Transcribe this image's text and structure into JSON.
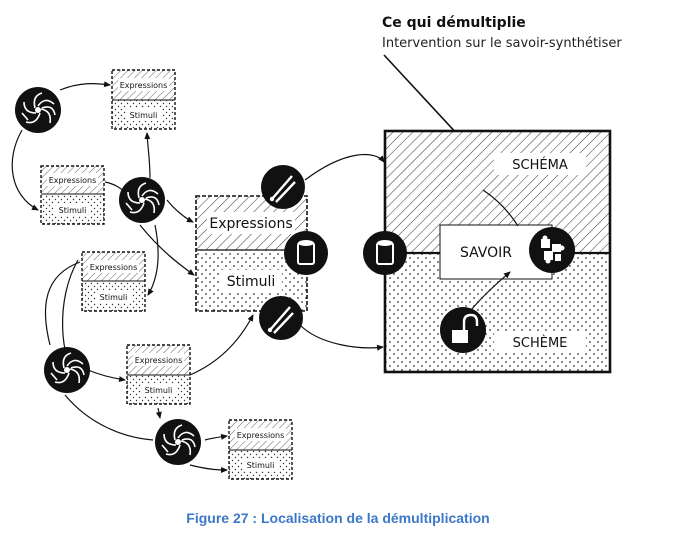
{
  "header": {
    "title": "Ce qui démultiplie",
    "subtitle": "Intervention sur le savoir-synthétiser"
  },
  "schema_box": {
    "top_label": "SCHÉMA",
    "bottom_label": "SCHÈME",
    "center_label": "SAVOIR"
  },
  "main_card": {
    "top_label": "Expressions",
    "bottom_label": "Stimuli"
  },
  "small_cards": [
    {
      "top_label": "Expressions",
      "bottom_label": "Stimuli"
    },
    {
      "top_label": "Expressions",
      "bottom_label": "Stimuli"
    },
    {
      "top_label": "Expressions",
      "bottom_label": "Stimuli"
    },
    {
      "top_label": "Expressions",
      "bottom_label": "Stimuli"
    },
    {
      "top_label": "Expressions",
      "bottom_label": "Stimuli"
    }
  ],
  "icons": {
    "swirl": "swirl-icon",
    "tweezers": "tweezers-icon",
    "cup": "cup-icon",
    "padlock": "open-padlock-icon",
    "puzzle": "puzzle-icon"
  },
  "colors": {
    "caption": "#3c78c8",
    "ink": "#111111"
  },
  "caption": "Figure 27 : Localisation de la démultiplication"
}
